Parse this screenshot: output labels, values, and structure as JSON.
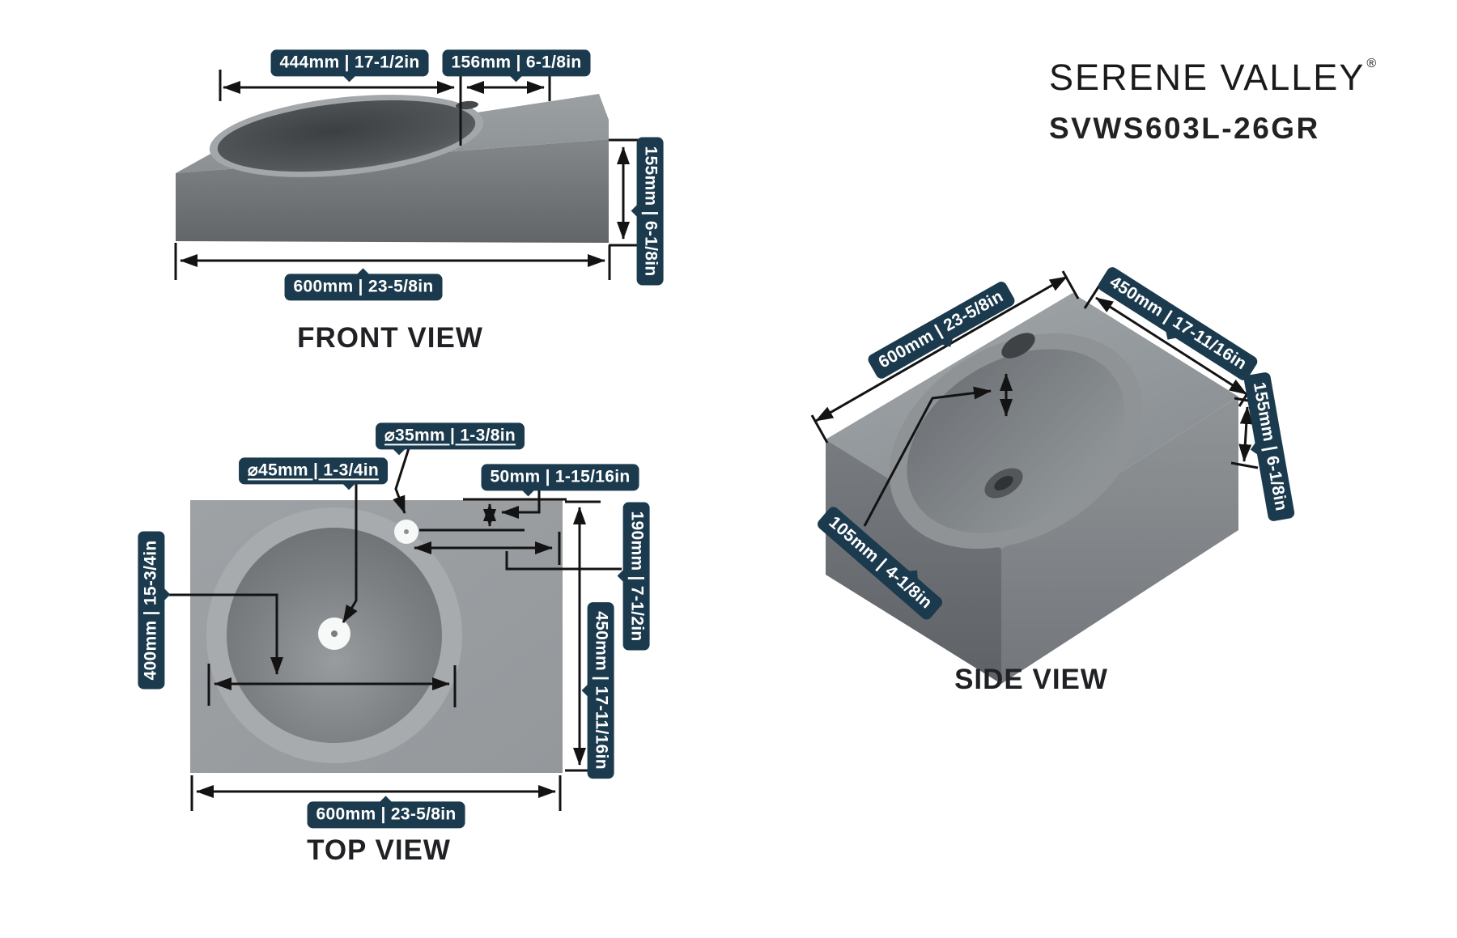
{
  "brand": {
    "logo": "SERENE VALLEY",
    "registered": "®",
    "model": "SVWS603L-26GR"
  },
  "views": {
    "front": {
      "title": "FRONT VIEW",
      "dims": {
        "basin_width": "444mm | 17-1/2in",
        "right_section_width": "156mm | 6-1/8in",
        "height": "155mm | 6-1/8in",
        "total_width": "600mm | 23-5/8in"
      }
    },
    "top": {
      "title": "TOP VIEW",
      "dims": {
        "drain_diameter": "⌀45mm | 1-3/4in",
        "faucet_hole_diameter": "⌀35mm | 1-3/8in",
        "faucet_edge_offset": "50mm | 1-15/16in",
        "faucet_side_offset": "190mm | 7-1/2in",
        "depth": "450mm | 17-11/16in",
        "basin_diameter": "400mm | 15-3/4in",
        "total_width": "600mm | 23-5/8in"
      }
    },
    "side": {
      "title": "SIDE VIEW",
      "dims": {
        "width": "600mm | 23-5/8in",
        "depth": "450mm | 17-11/16in",
        "height": "155mm | 6-1/8in",
        "basin_depth": "105mm | 4-1/8in"
      }
    }
  },
  "colors": {
    "badge_background": "#1b3a4e",
    "badge_text": "#ffffff",
    "dimension_line": "#131313",
    "title_text": "#1f2124"
  }
}
